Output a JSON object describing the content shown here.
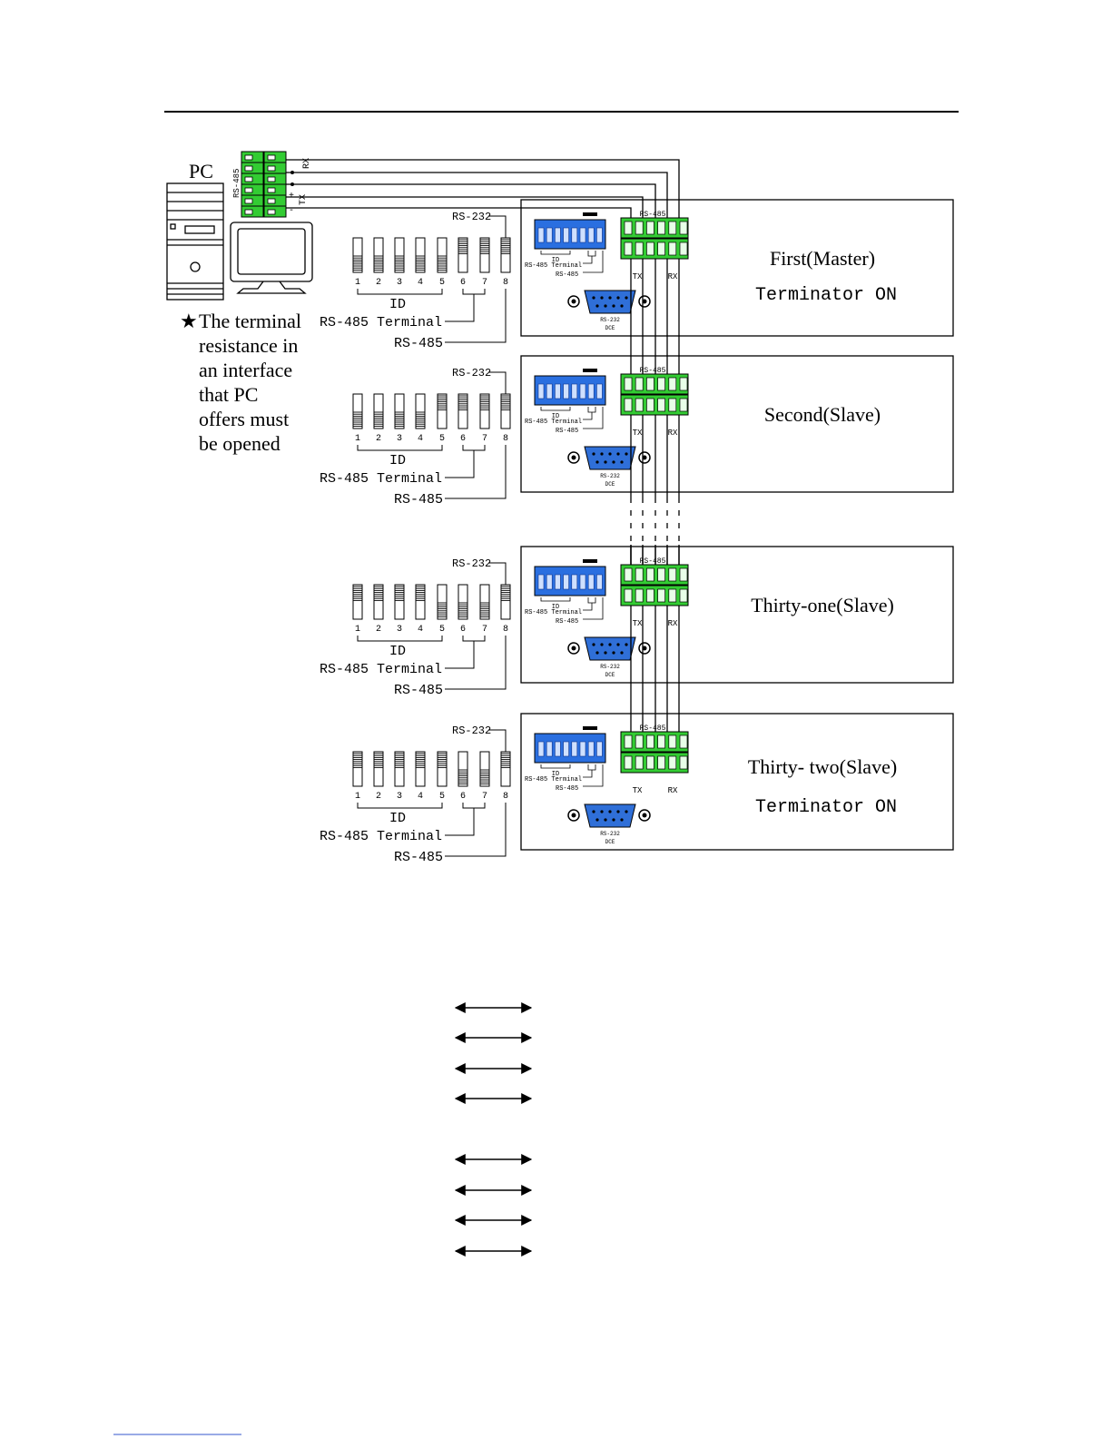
{
  "pc": {
    "label": "PC",
    "connector_label": "RS-485",
    "rx_label": "RX",
    "tx_label": "TX",
    "plus": "+",
    "minus": "-"
  },
  "note": {
    "star": "★",
    "lines": [
      "The terminal",
      "resistance in",
      "an interface",
      "that PC",
      "offers must",
      "be opened"
    ]
  },
  "units": [
    {
      "name": "First(Master)",
      "status": "Terminator ON",
      "switch_on": [
        false,
        false,
        false,
        false,
        false,
        true,
        true,
        true
      ],
      "labels": {
        "rs232": "RS-232",
        "id": "ID",
        "rs485_terminal": "RS-485 Terminal",
        "rs485": "RS-485",
        "dce_port": "RS-232",
        "dce": "DCE",
        "block": "RS-485",
        "tx": "TX",
        "rx": "RX"
      }
    },
    {
      "name": "Second(Slave)",
      "status": "",
      "switch_on": [
        false,
        false,
        false,
        false,
        true,
        true,
        true,
        true
      ],
      "labels": {
        "rs232": "RS-232",
        "id": "ID",
        "rs485_terminal": "RS-485 Terminal",
        "rs485": "RS-485",
        "dce_port": "RS-232",
        "dce": "DCE",
        "block": "RS-485",
        "tx": "TX",
        "rx": "RX"
      }
    },
    {
      "name": "Thirty-one(Slave)",
      "status": "",
      "switch_on": [
        true,
        true,
        true,
        true,
        false,
        false,
        false,
        true
      ],
      "labels": {
        "rs232": "RS-232",
        "id": "ID",
        "rs485_terminal": "RS-485 Terminal",
        "rs485": "RS-485",
        "dce_port": "RS-232",
        "dce": "DCE",
        "block": "RS-485",
        "tx": "TX",
        "rx": "RX"
      }
    },
    {
      "name": "Thirty- two(Slave)",
      "status": "Terminator ON",
      "switch_on": [
        true,
        true,
        true,
        true,
        true,
        false,
        false,
        true
      ],
      "labels": {
        "rs232": "RS-232",
        "id": "ID",
        "rs485_terminal": "RS-485 Terminal",
        "rs485": "RS-485",
        "dce_port": "RS-232",
        "dce": "DCE",
        "block": "RS-485",
        "tx": "TX",
        "rx": "RX"
      }
    }
  ],
  "switch_numbers": [
    "1",
    "2",
    "3",
    "4",
    "5",
    "6",
    "7",
    "8"
  ],
  "colors": {
    "terminal_green": "#33cc33",
    "dip_blue": "#2a6fe0",
    "port_blue": "#2f6fd8",
    "line": "#000000"
  }
}
